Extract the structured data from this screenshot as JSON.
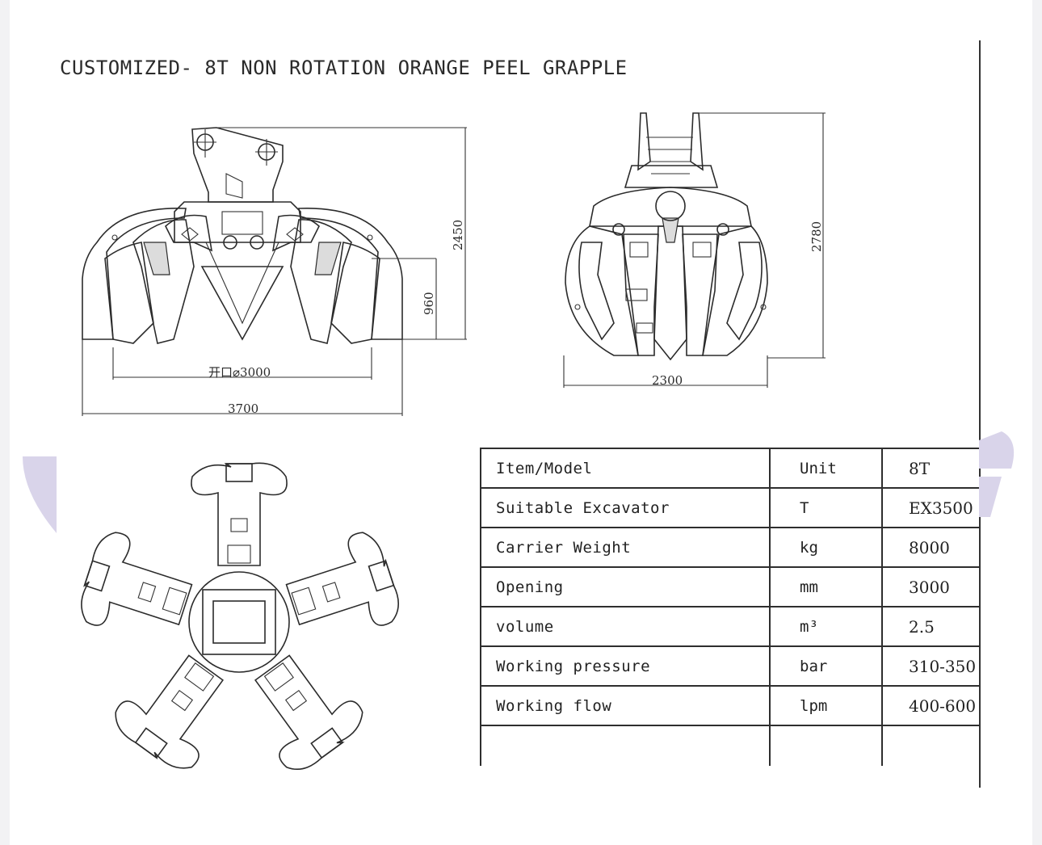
{
  "title": "CUSTOMIZED- 8T NON ROTATION ORANGE PEEL GRAPPLE",
  "front_view": {
    "height_label": "2450",
    "jaw_height_label": "960",
    "opening_label": "开口⌀3000",
    "width_label": "3700"
  },
  "side_view": {
    "height_label": "2780",
    "width_label": "2300"
  },
  "spec_table": {
    "rows": [
      {
        "item": "Item/Model",
        "unit": "Unit",
        "value": "8T"
      },
      {
        "item": "Suitable Excavator",
        "unit": "T",
        "value": "EX3500"
      },
      {
        "item": "Carrier Weight",
        "unit": "kg",
        "value": "8000"
      },
      {
        "item": "Opening",
        "unit": "mm",
        "value": "3000"
      },
      {
        "item": "volume",
        "unit": "m³",
        "value": "2.5"
      },
      {
        "item": "Working pressure",
        "unit": "bar",
        "value": "310-350"
      },
      {
        "item": "Working flow",
        "unit": "lpm",
        "value": "400-600"
      }
    ]
  },
  "colors": {
    "line": "#2b2b2b",
    "watermark": "#d9d4ea",
    "paper": "#ffffff",
    "page": "#f2f2f4"
  }
}
